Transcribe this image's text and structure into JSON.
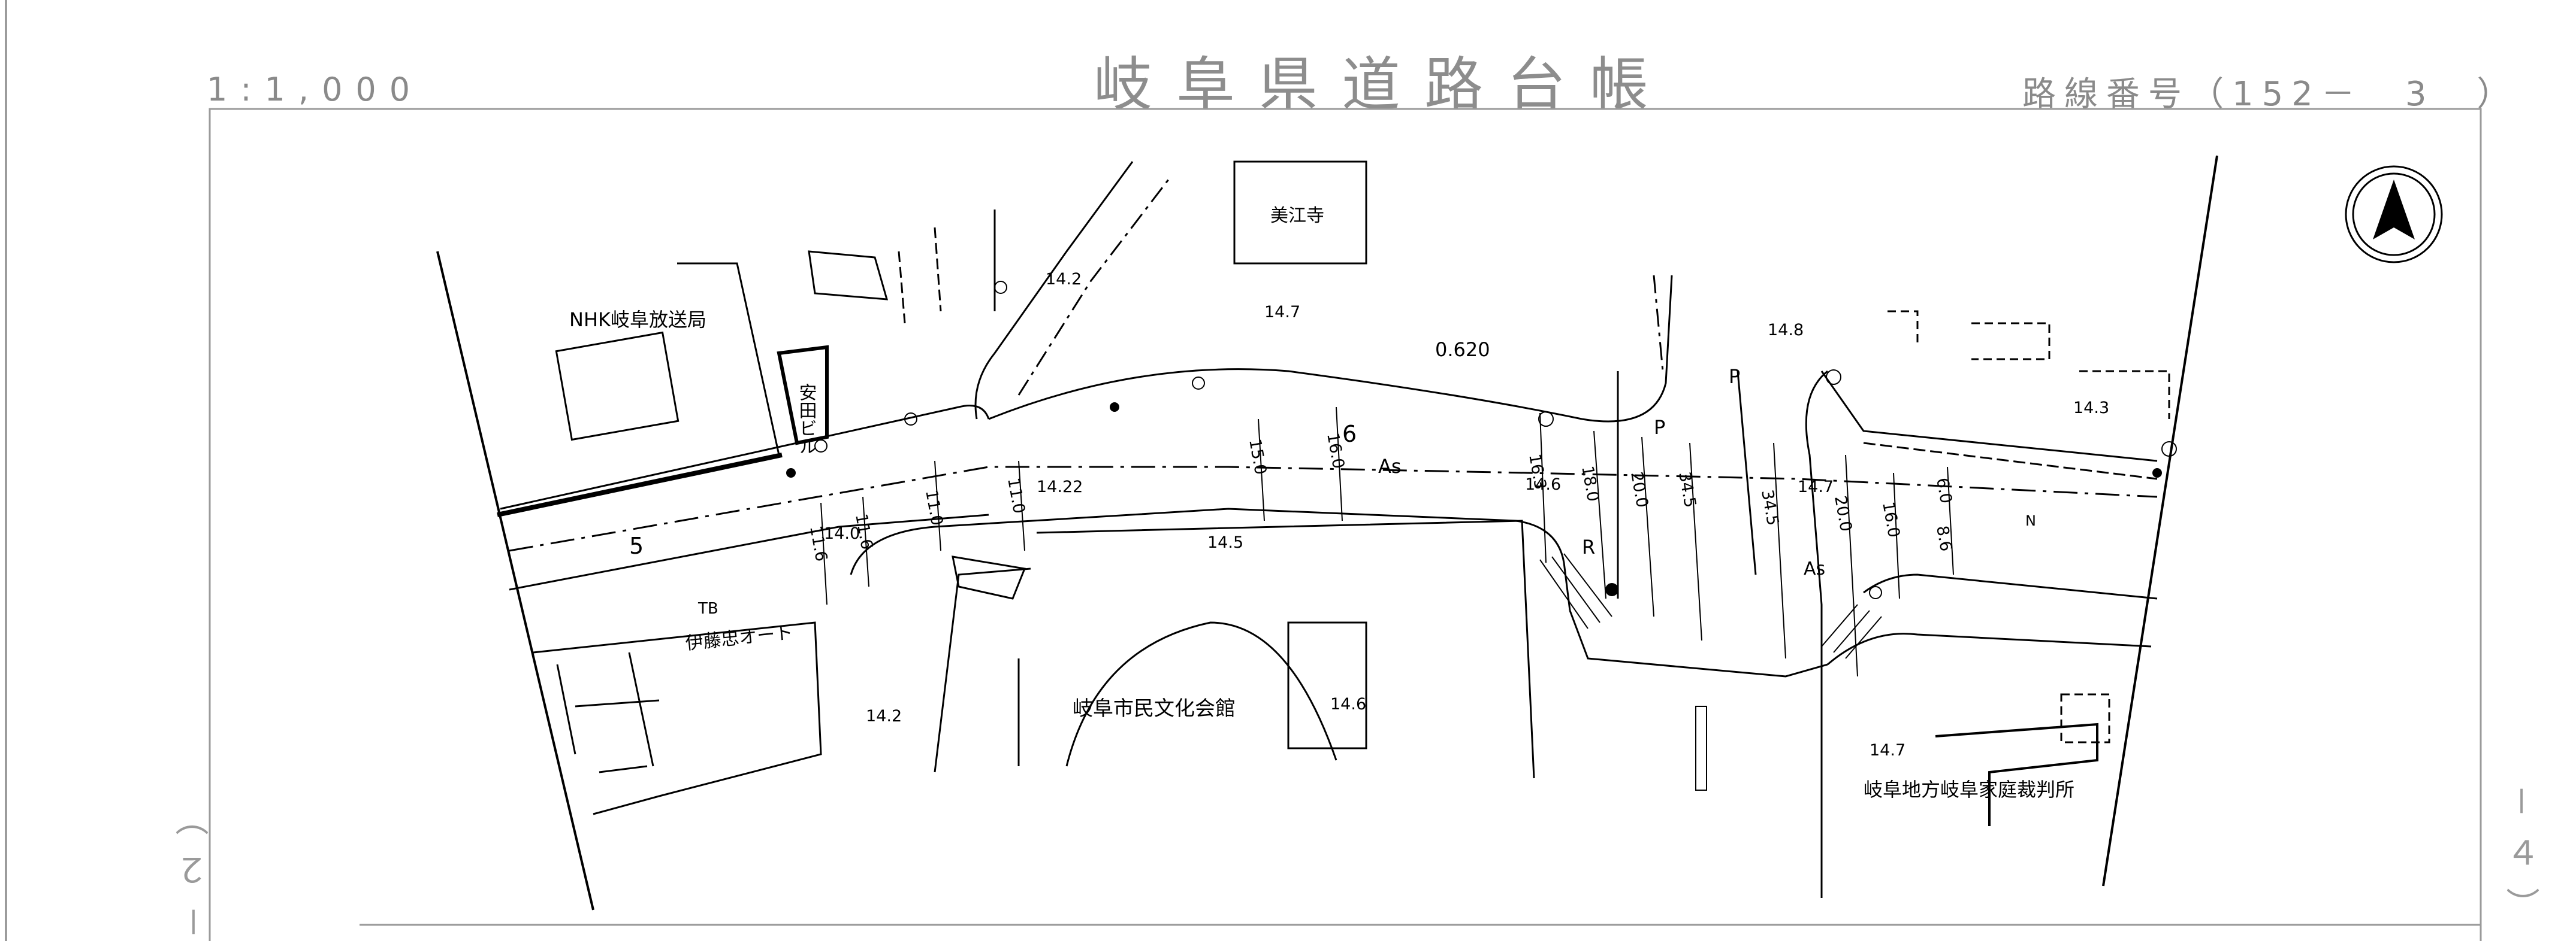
{
  "header": {
    "scale": "1:1,000",
    "title": "岐阜県道路台帳",
    "route": "路線番号（152－　3　）"
  },
  "side_labels": {
    "left": "－２）",
    "right": "－４）"
  },
  "north_arrow": {
    "icon": "north-arrow-icon"
  },
  "places": {
    "nhk": "NHK岐阜放送局",
    "yasuda": "安田ビル",
    "mie_temple": "美江寺",
    "ito": "伊藤忠オート",
    "civic_hall": "岐阜市民文化会館",
    "court": "岐阜地方岐阜家庭裁判所"
  },
  "road_marks": {
    "section_5": "5",
    "section_6": "6",
    "as_1": "As",
    "as_2": "As",
    "tb": "TB",
    "p_1": "P",
    "p_2": "P",
    "r": "R",
    "n": "N",
    "dist": "0.620"
  },
  "elevations": {
    "e142a": "14.2",
    "e147a": "14.7",
    "e148": "14.8",
    "e143": "14.3",
    "e1422": "14.22",
    "e140": "14.0",
    "e145": "14.5",
    "e146a": "14.6",
    "e147b": "14.7",
    "e142b": "14.2",
    "e146b": "14.6",
    "e147c": "14.7"
  },
  "widths": {
    "w116a": "11.6",
    "w116b": "11.6",
    "w110a": "11.0",
    "w110b": "11.0",
    "w150": "15.0",
    "w160a": "16.0",
    "w163": "16.3",
    "w180": "18.0",
    "w200a": "20.0",
    "w345a": "34.5",
    "w345b": "34.5",
    "w200b": "20.0",
    "w160b": "16.0",
    "w60": "6.0",
    "w86": "8.6"
  }
}
